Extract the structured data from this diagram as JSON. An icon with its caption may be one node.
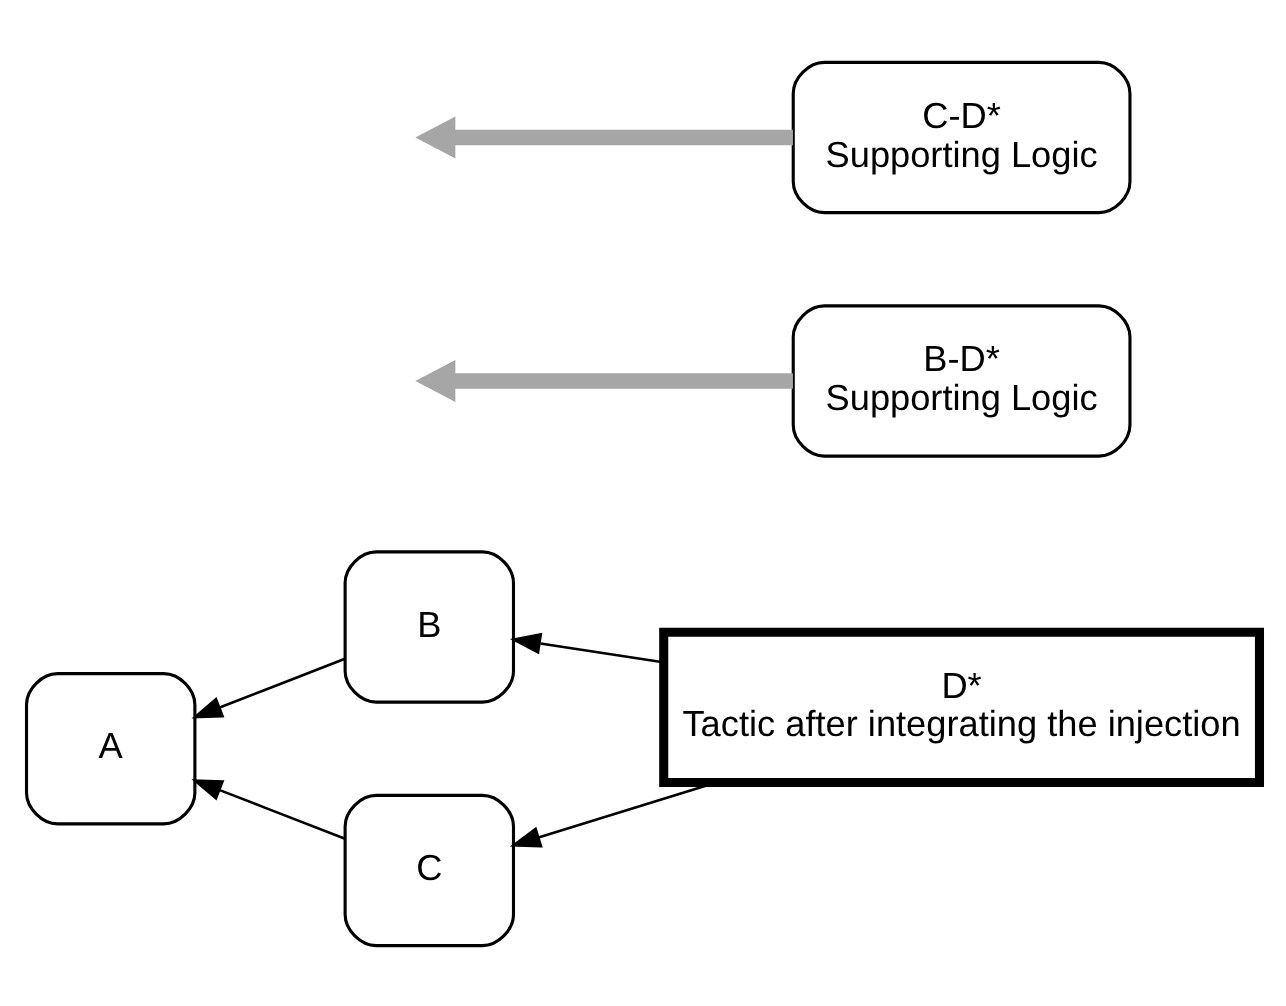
{
  "diagram": {
    "nodes": [
      {
        "text": [
          "A"
        ]
      },
      {
        "text": [
          "B"
        ]
      },
      {
        "text": [
          "C"
        ]
      },
      {
        "text": [
          "D*",
          "Tactic after integrating the injection"
        ]
      },
      {
        "text": [
          "B-D*",
          "Supporting Logic"
        ]
      },
      {
        "text": [
          "C-D*",
          "Supporting Logic"
        ]
      }
    ],
    "edges": [
      {
        "from": 1,
        "to": 0,
        "arrow": "to"
      },
      {
        "from": 2,
        "to": 0,
        "arrow": "to"
      },
      {
        "from": 3,
        "to": 1,
        "arrow": "to"
      },
      {
        "from": 3,
        "to": 2,
        "arrow": "to"
      },
      {
        "from": 4,
        "to": null,
        "arrow": "to",
        "style": "thick",
        "color": "#a6a6a6"
      },
      {
        "from": 5,
        "to": null,
        "arrow": "to",
        "style": "thick",
        "color": "#a6a6a6"
      }
    ]
  }
}
